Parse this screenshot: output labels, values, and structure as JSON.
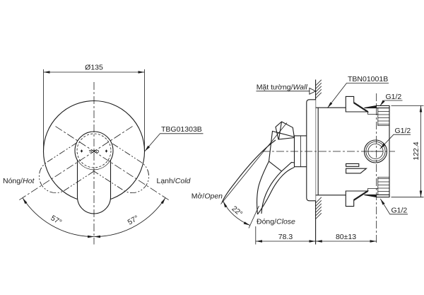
{
  "canvas": {
    "background": "#ffffff",
    "line_color": "#1c1c1c"
  },
  "front_view": {
    "diameter_dim": "Ø135",
    "model_label": "TBG01303B",
    "logo_text": "TOTO",
    "hot_label": {
      "vi": "Nóng/",
      "en": "Hot"
    },
    "cold_label": {
      "vi": "Lạnh/",
      "en": "Cold"
    },
    "swing_angle_left": "57°",
    "swing_angle_right": "57°"
  },
  "side_view": {
    "model_label": "TBN01001B",
    "wall_label": {
      "vi": "Mặt tường/",
      "en": "Wall"
    },
    "open_label": {
      "vi": "Mở/",
      "en": "Open"
    },
    "close_label": {
      "vi": "Đóng/",
      "en": "Close"
    },
    "open_angle_dim": "22°",
    "thread_label_top": "G1/2",
    "thread_label_middle": "G1/2",
    "thread_label_bottom": "G1/2",
    "body_height_dim": "122.4",
    "handle_projection_dim": "78.3",
    "embed_depth_dim": "80±13"
  }
}
